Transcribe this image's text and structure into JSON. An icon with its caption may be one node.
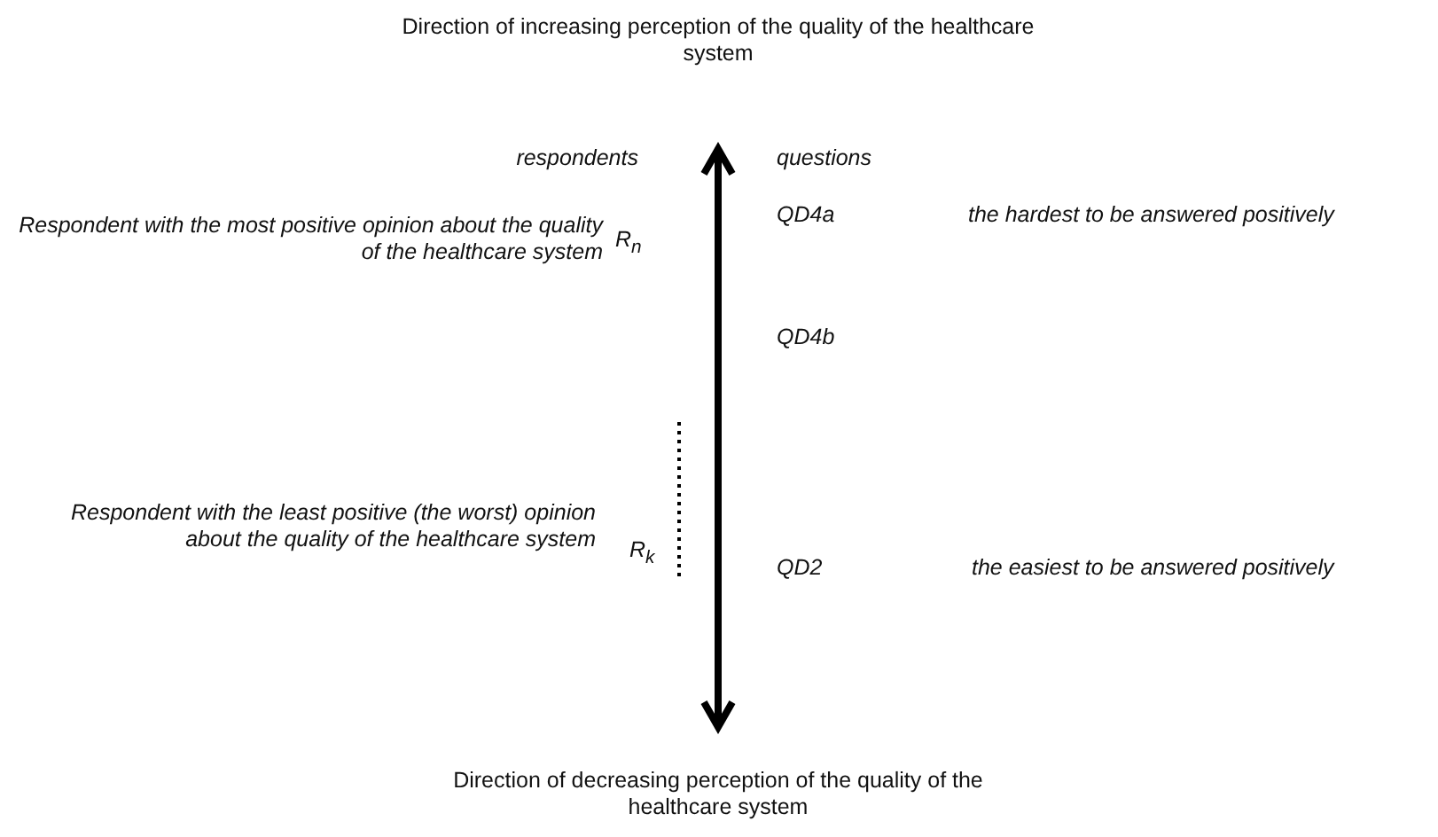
{
  "diagram": {
    "labels": [
      "Direction of increasing perception of the quality of the healthcare system",
      "respondents",
      "questions",
      "Respondent with the most positive opinion about the quality of the healthcare system",
      "R$_{n}$",
      "QD4a",
      "the hardest to be answered positively",
      "QD4b",
      "Respondent with the least positive (the worst) opinion about the quality of the healthcare system",
      "R$_{k}$",
      "QD2",
      "the easiest to be answered positively",
      "Direction of decreasing perception of the quality of the healthcare system"
    ]
  }
}
